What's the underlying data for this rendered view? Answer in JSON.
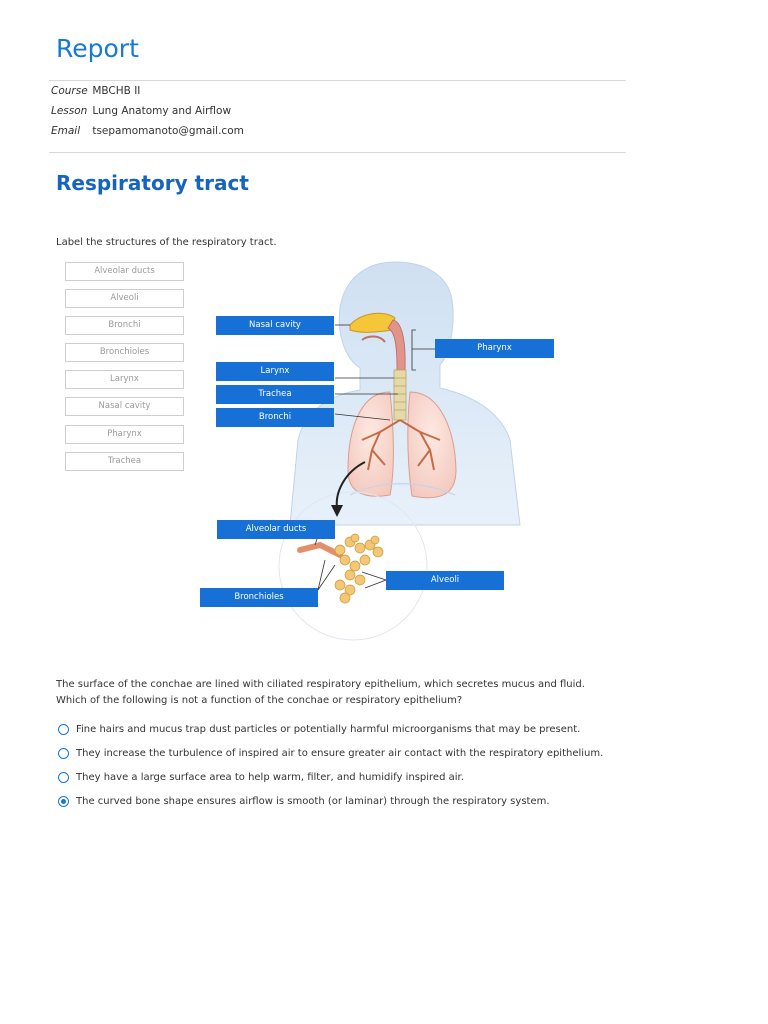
{
  "report": {
    "title": "Report"
  },
  "meta": [
    {
      "key": "Course",
      "value": "MBCHB II"
    },
    {
      "key": "Lesson",
      "value": "Lung Anatomy and Airflow"
    },
    {
      "key": "Email",
      "value": "tsepamomanoto@gmail.com"
    }
  ],
  "section": {
    "heading": "Respiratory tract"
  },
  "labeling": {
    "prompt": "Label the structures of the respiratory tract.",
    "options": [
      "Alveolar ducts",
      "Alveoli",
      "Bronchi",
      "Bronchioles",
      "Larynx",
      "Nasal cavity",
      "Pharynx",
      "Trachea"
    ],
    "placed": {
      "nasal_cavity": "Nasal cavity",
      "pharynx": "Pharynx",
      "larynx": "Larynx",
      "trachea": "Trachea",
      "bronchi": "Bronchi",
      "alveolar_ducts": "Alveolar ducts",
      "alveoli": "Alveoli",
      "bronchioles": "Bronchioles"
    }
  },
  "quiz": {
    "question": "The surface of the conchae are lined with ciliated respiratory epithelium, which secretes mucus and fluid. Which of the following is not a function of the conchae or respiratory epithelium?",
    "answers": [
      {
        "text": "Fine hairs and mucus trap dust particles or potentially harmful microorganisms that may be present.",
        "selected": false
      },
      {
        "text": "They increase the turbulence of inspired air to ensure greater air contact with the respiratory epithelium.",
        "selected": false
      },
      {
        "text": "They have a large surface area to help warm, filter, and humidify inspired air.",
        "selected": false
      },
      {
        "text": "The curved bone shape ensures airflow is smooth (or laminar) through the respiratory system.",
        "selected": true
      }
    ]
  },
  "colors": {
    "accent": "#1779d6",
    "label_bg": "#1670d6",
    "heading": "#1565c0"
  }
}
